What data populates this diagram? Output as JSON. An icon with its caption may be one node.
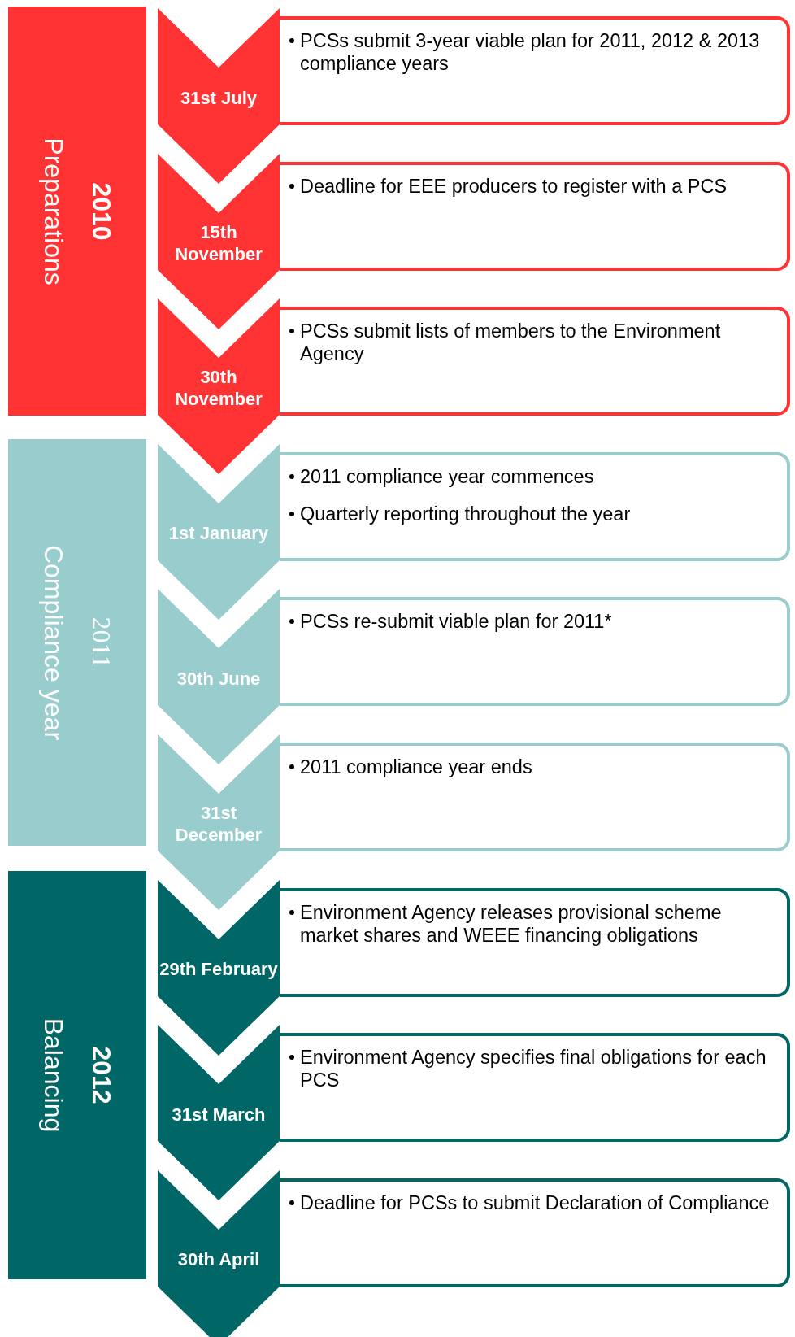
{
  "diagram": {
    "nodes": [
      {
        "text": [
          "2010",
          "Preparations"
        ]
      },
      {
        "text": [
          "31st July"
        ]
      },
      {
        "text": [
          "PCSs submit 3-year viable plan for 2011, 2012 & 2013 compliance years"
        ]
      },
      {
        "text": [
          "15th November"
        ]
      },
      {
        "text": [
          "Deadline for EEE producers to register with a PCS"
        ]
      },
      {
        "text": [
          "30th November"
        ]
      },
      {
        "text": [
          "PCSs submit lists of members to the Environment Agency"
        ]
      },
      {
        "text": [
          "2011",
          "Compliance year"
        ]
      },
      {
        "text": [
          "1st January"
        ]
      },
      {
        "text": [
          "2011 compliance year commences",
          "Quarterly reporting throughout the year"
        ]
      },
      {
        "text": [
          "30th June"
        ]
      },
      {
        "text": [
          "PCSs re-submit viable plan for 2011*"
        ]
      },
      {
        "text": [
          "31st December"
        ]
      },
      {
        "text": [
          "2011 compliance year ends"
        ]
      },
      {
        "text": [
          "2012",
          "Balancing"
        ]
      },
      {
        "text": [
          "29th February"
        ]
      },
      {
        "text": [
          "Environment Agency releases provisional scheme market shares and WEEE financing obligations"
        ]
      },
      {
        "text": [
          "31st March"
        ]
      },
      {
        "text": [
          "Environment Agency specifies final obligations for each PCS"
        ]
      },
      {
        "text": [
          "30th April"
        ]
      },
      {
        "text": [
          "Deadline for PCSs to submit Declaration of Compliance"
        ]
      }
    ]
  }
}
